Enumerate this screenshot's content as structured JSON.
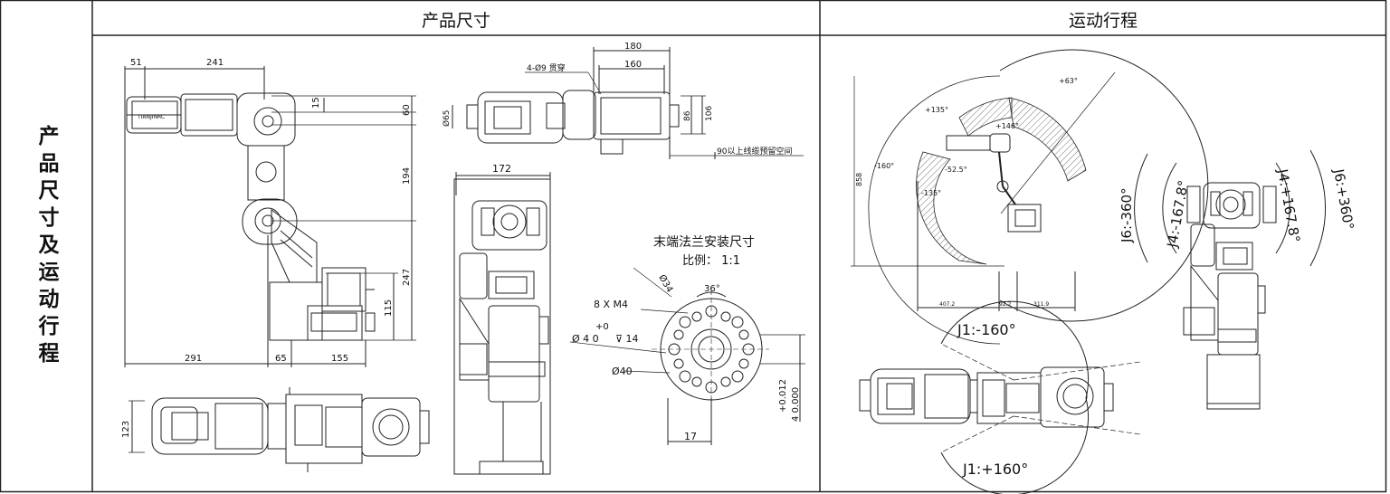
{
  "table": {
    "side_title": "产品尺寸及运动行程",
    "col1_title": "产品尺寸",
    "col2_title": "运动行程"
  },
  "side_view": {
    "dim_top_51": "51",
    "dim_top_241": "241",
    "dim_15": "15",
    "dim_60": "60",
    "dim_194": "194",
    "dim_247": "247",
    "dim_115": "115",
    "dim_291": "291",
    "dim_65": "65",
    "dim_155": "155",
    "brand": "TIANJINRC"
  },
  "top_view": {
    "dim_180": "180",
    "dim_160": "160",
    "hole_note": "4-Ø9 贯穿",
    "dim_65": "Ø65",
    "dim_86": "86",
    "dim_106": "106",
    "space_note": "90以上线缆预留空间"
  },
  "front_view": {
    "dim_172": "172"
  },
  "bottom_view": {
    "dim_123": "123"
  },
  "flange": {
    "title": "末端法兰安装尺寸",
    "scale": "比例： 1:1",
    "dia_34": "Ø34",
    "angle_36": "36°",
    "screw": "8 X M4",
    "plus0": "+0",
    "hole_dia": "Ø 4  0",
    "depth": "⊽ 14",
    "dia_40": "Ø40",
    "tol_upper": "+0.012",
    "tol_lower": "4  0.000",
    "dim_17": "17"
  },
  "motion": {
    "top_plus63": "+63°",
    "top_plus135": "+135°",
    "top_plus146": "+146°",
    "top_minus160": "-160°",
    "top_minus52": "-52.5°",
    "top_minus135": "-135°",
    "top_858": "858",
    "top_407": "407.2",
    "top_92": "92.2",
    "top_311": "311.9",
    "j1_minus": "J1:-160°",
    "j1_plus": "J1:+160°",
    "j6_minus": "J6:-360°",
    "j4_minus": "J4:-167.8°",
    "j4_plus": "J4:+167.8°",
    "j6_plus": "J6:+360°"
  }
}
